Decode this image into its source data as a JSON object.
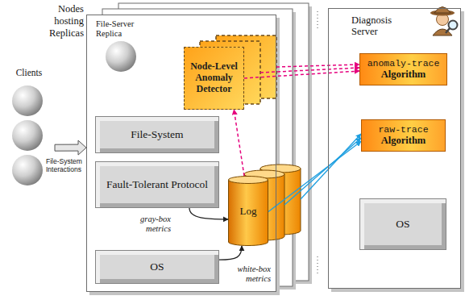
{
  "diagram": {
    "nodes": [
      {
        "text": [
          "Clients"
        ]
      },
      {
        "text": [
          "File-Server Replica"
        ]
      },
      {
        "text": [
          "Node-Level Anomaly Detector"
        ],
        "in": 1
      },
      {
        "text": [
          "File-System"
        ],
        "in": 1
      },
      {
        "text": [
          "Fault-Tolerant Protocol"
        ],
        "in": 1
      },
      {
        "text": [
          "Log"
        ],
        "in": 1
      },
      {
        "text": [
          "OS"
        ],
        "in": 1
      },
      {
        "text": [
          "Diagnosis Server"
        ]
      },
      {
        "text": [
          "anomaly-trace",
          "Algorithm"
        ],
        "in": 7
      },
      {
        "text": [
          "raw-trace",
          "Algorithm"
        ],
        "in": 7
      },
      {
        "text": [
          "OS"
        ],
        "in": 7
      }
    ],
    "edges": [
      {
        "from": 0,
        "to": 1,
        "arrow": "to",
        "label": "File-System Interactions"
      },
      {
        "from": 4,
        "to": 5,
        "arrow": "to",
        "label": "gray-box metrics"
      },
      {
        "from": 6,
        "to": 5,
        "arrow": "to",
        "label": "white-box metrics"
      },
      {
        "from": 5,
        "to": 2,
        "arrow": "to"
      },
      {
        "from": 2,
        "to": 8,
        "arrow": "to"
      },
      {
        "from": 5,
        "to": 9,
        "arrow": "to"
      }
    ],
    "labels": [
      "Nodes hosting Replicas"
    ]
  }
}
